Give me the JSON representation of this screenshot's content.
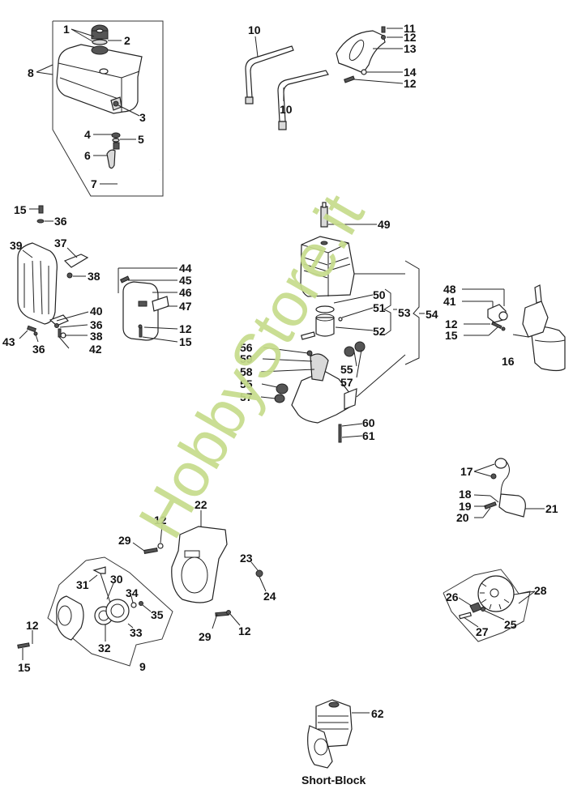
{
  "diagram": {
    "type": "exploded parts diagram",
    "caption": "Short-Block",
    "watermark": "HobbyStore.it",
    "watermark_color": "#c6dc8c",
    "groups": {
      "fuel_tank": {
        "labels": {
          "n1": "1",
          "n2": "2",
          "n3": "3",
          "n4": "4",
          "n5": "5",
          "n6": "6",
          "n7": "7",
          "n8": "8"
        }
      },
      "harness": {
        "labels": {
          "n10a": "10",
          "n10b": "10",
          "n11": "11",
          "n12a": "12",
          "n13": "13",
          "n14": "14",
          "n12b": "12"
        }
      },
      "muffler": {
        "labels": {
          "n15": "15",
          "n36a": "36",
          "n39": "39",
          "n37": "37",
          "n38a": "38",
          "n40": "40",
          "n36b": "36",
          "n38b": "38",
          "n42": "42",
          "n43": "43",
          "n36c": "36"
        }
      },
      "muffler_body": {
        "labels": {
          "n44": "44",
          "n45": "45",
          "n46": "46",
          "n47": "47",
          "n12": "12",
          "n15": "15"
        }
      },
      "cylinder": {
        "labels": {
          "n49": "49",
          "n50": "50",
          "n51": "51",
          "n52": "52",
          "n53": "53",
          "n54": "54",
          "n56": "56",
          "n59": "59",
          "n58": "58",
          "n55a": "55",
          "n57a": "57",
          "n55b": "55",
          "n57b": "57",
          "n60": "60",
          "n61": "61"
        }
      },
      "carburetor": {
        "labels": {
          "n48": "48",
          "n41": "41",
          "n12": "12",
          "n15": "15",
          "n16": "16"
        }
      },
      "ignition": {
        "labels": {
          "n17": "17",
          "n18": "18",
          "n19": "19",
          "n20": "20",
          "n21": "21"
        }
      },
      "fan_housing": {
        "labels": {
          "n22": "22",
          "n12a": "12",
          "n29a": "29",
          "n23": "23",
          "n24": "24",
          "n29b": "29",
          "n12b": "12"
        }
      },
      "starter": {
        "labels": {
          "n31": "31",
          "n30": "30",
          "n34": "34",
          "n35": "35",
          "n33": "33",
          "n32": "32",
          "n9": "9",
          "n12": "12",
          "n15": "15"
        }
      },
      "flywheel": {
        "labels": {
          "n26": "26",
          "n28": "28",
          "n25": "25",
          "n27": "27"
        }
      },
      "short_block": {
        "labels": {
          "n62": "62"
        }
      }
    }
  }
}
